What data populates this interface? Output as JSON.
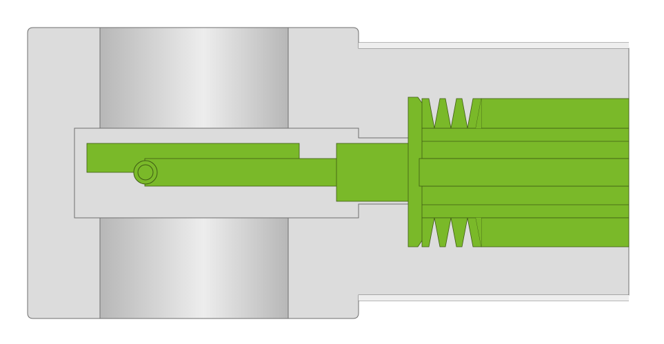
{
  "diagram": {
    "kind": "cross-section",
    "components": [
      {
        "id": "body-block",
        "label": ""
      },
      {
        "id": "cylindrical-bore",
        "label": ""
      },
      {
        "id": "outlet-tube",
        "label": ""
      },
      {
        "id": "threaded-insert",
        "label": ""
      },
      {
        "id": "lever-arm",
        "label": ""
      },
      {
        "id": "pivot-pin",
        "label": ""
      }
    ],
    "colors": {
      "background": "#ffffff",
      "housing_fill": "#dcdcdc",
      "housing_stroke": "#6e6e6e",
      "bore_dark": "#b9b9b9",
      "bore_light": "#eeeeee",
      "part_fill": "#7ab929",
      "part_stroke": "#3e5a14"
    }
  }
}
